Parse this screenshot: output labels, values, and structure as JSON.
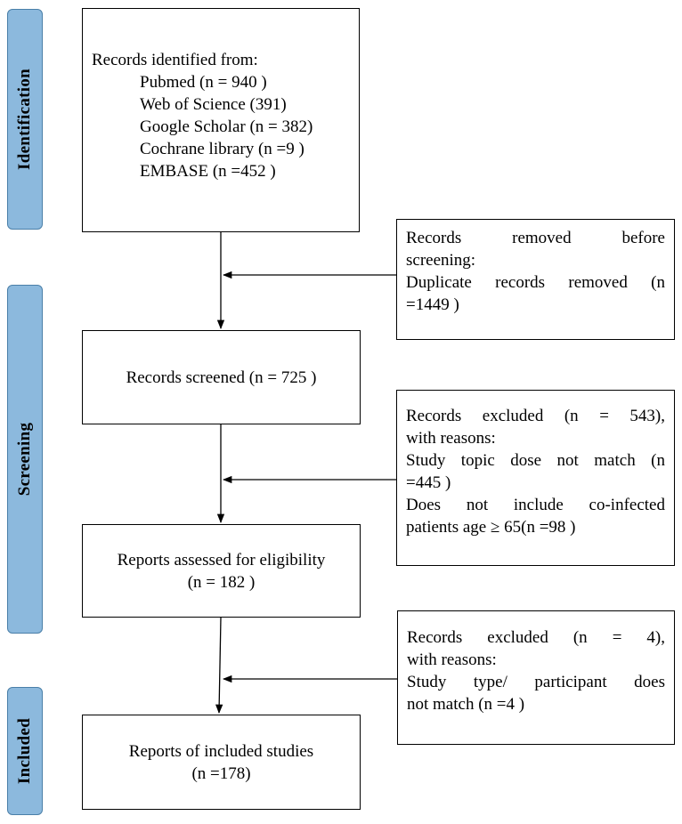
{
  "stages": {
    "identification": "Identification",
    "screening": "Screening",
    "included": "Included"
  },
  "identified": {
    "title": "Records identified from:",
    "sources": [
      "Pubmed (n = 940 )",
      "Web of Science (391)",
      "Google Scholar (n = 382)",
      "Cochrane library (n =9 )",
      "EMBASE (n =452 )"
    ]
  },
  "removed": {
    "line1": "Records removed before",
    "line2": "screening:",
    "line3": "Duplicate records removed (n",
    "line4": "=1449 )"
  },
  "screened": {
    "label": "Records screened (n = 725 )"
  },
  "excluded1": {
    "line1": "Records excluded (n = 543),",
    "line2": "with reasons:",
    "line3": "Study topic dose not match (n",
    "line4": "=445 )",
    "line5": "Does not include co-infected",
    "line6": "patients age ≥ 65(n =98 )"
  },
  "assessed": {
    "line1": "Reports assessed for eligibility",
    "line2": "(n = 182 )"
  },
  "excluded2": {
    "line1": "Records excluded (n = 4),",
    "line2": "with reasons:",
    "line3": "Study type/ participant does",
    "line4": "not match (n =4 )"
  },
  "included": {
    "line1": "Reports of included studies",
    "line2": "(n =178)"
  },
  "colors": {
    "stage_fill": "#8cb9dd",
    "stage_border": "#4a7fa8",
    "line": "#000000"
  }
}
